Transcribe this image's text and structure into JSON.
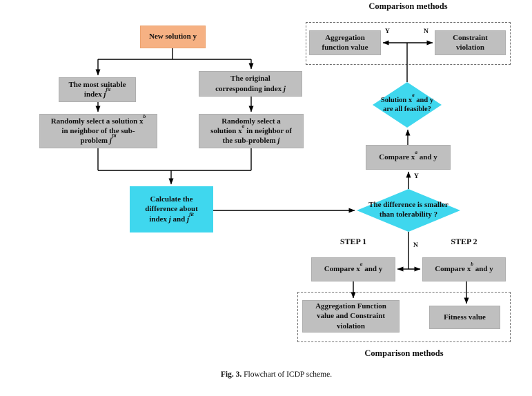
{
  "palette": {
    "node_orange": "#f6b183",
    "node_gray": "#bfbfbf",
    "node_cyan": "#3fd7ee",
    "connector_black": "#000000",
    "dashed_gray": "#6e6e6e"
  },
  "nodes": {
    "new_solution": "New solution y",
    "most_suitable": "The most suitable\nindex *j*^{*fit*}",
    "random_xb": "Randomly select a solution x^{*b*}\nin neighbor of the sub-\nproblem *j*^{*fit*}",
    "original_index": "The original\ncorresponding index *j*",
    "random_xa": "Randomly select a\nsolution x^{*a*} in neighbor of\nthe sub-problem *j*",
    "calc_difference": "Calculate the\ndifference about\nindex *j* and *j*^{*fit*}",
    "difference_decision": "The difference is smaller\nthan tolerability ?",
    "feasible_decision": "Solution x^{*a*} and y\nare all feasible?",
    "compare_xa_mid": "Compare x^{*a*} and y",
    "aggregation_value": "Aggregation\nfunction value",
    "constraint_violation": "Constraint\nviolation",
    "compare_xa_step1": "Compare x^{*a*} and y",
    "compare_xb_step2": "Compare x^{*b*} and y",
    "aggregation_constraint": "Aggregation Function\nvalue and Constraint\nviolation",
    "fitness_value": "Fitness value"
  },
  "labels": {
    "comparison_methods_top": "Comparison methods",
    "comparison_methods_bottom": "Comparison methods",
    "step1": "STEP 1",
    "step2": "STEP 2",
    "yes_top": "Y",
    "no_top": "N",
    "yes_mid": "Y",
    "no_mid": "N"
  },
  "caption": {
    "fig": "Fig. 3.",
    "text": "Flowchart of ICDP scheme."
  }
}
